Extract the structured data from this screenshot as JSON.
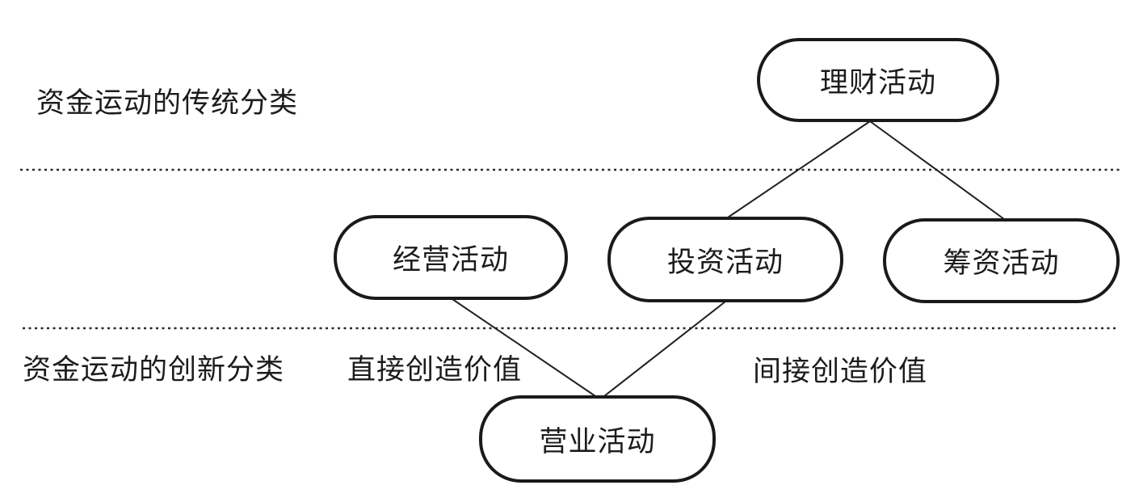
{
  "diagram": {
    "row_labels": {
      "traditional": "资金运动的传统分类",
      "innovative": "资金运动的创新分类"
    },
    "nodes": {
      "licai": {
        "label": "理财活动"
      },
      "jingying": {
        "label": "经营活动"
      },
      "touzi": {
        "label": "投资活动"
      },
      "chouzi": {
        "label": "筹资活动"
      },
      "yingye": {
        "label": "营业活动"
      }
    },
    "annotations": {
      "direct": "直接创造价值",
      "indirect": "间接创造价值"
    },
    "edges": [
      {
        "from": "理财活动",
        "to": "投资活动"
      },
      {
        "from": "理财活动",
        "to": "筹资活动"
      },
      {
        "from": "经营活动",
        "to": "营业活动"
      },
      {
        "from": "投资活动",
        "to": "营业活动"
      }
    ],
    "colors": {
      "stroke": "#1a1a1a",
      "background": "#ffffff"
    }
  }
}
